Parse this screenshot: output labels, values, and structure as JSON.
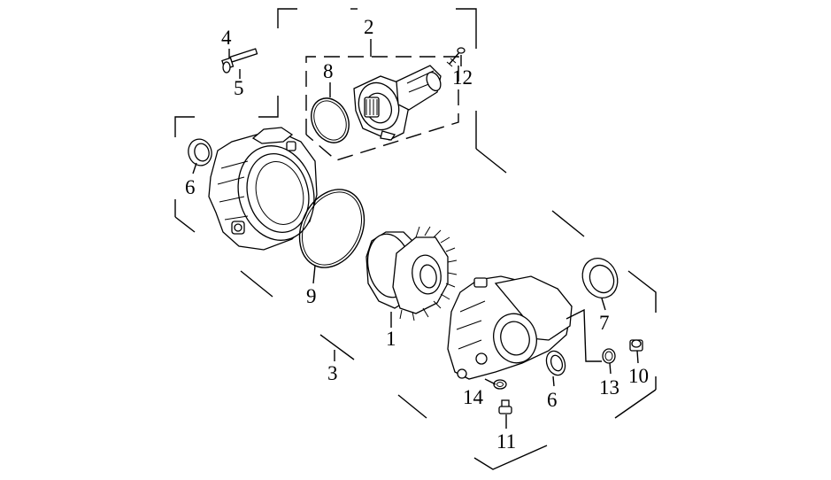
{
  "callouts": {
    "1": "1",
    "2": "2",
    "3": "3",
    "4": "4",
    "5": "5",
    "6a": "6",
    "6b": "6",
    "7": "7",
    "8": "8",
    "9": "9",
    "10": "10",
    "11": "11",
    "12": "12",
    "13": "13",
    "14": "14"
  }
}
